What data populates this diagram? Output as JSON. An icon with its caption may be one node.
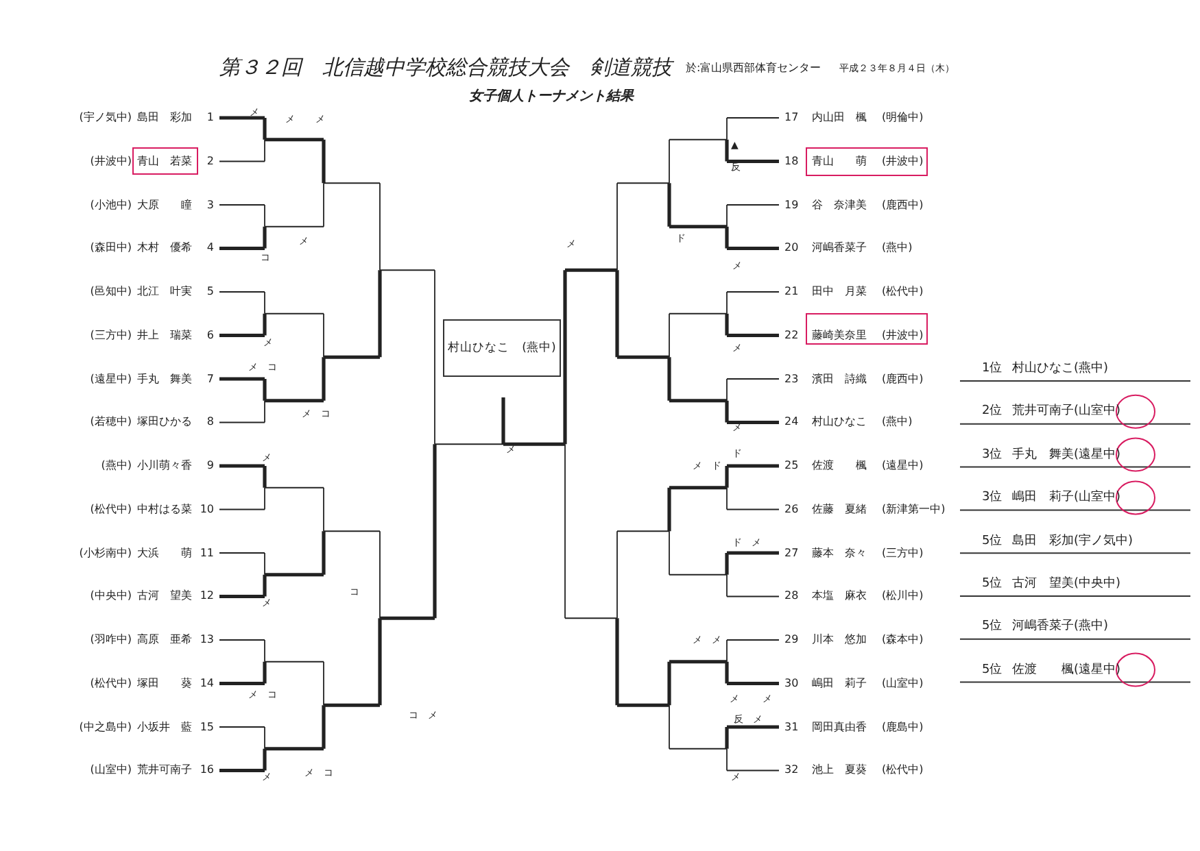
{
  "diagram": {
    "title": "第３２回　北信越中学校総合競技大会　剣道競技",
    "nodes": [
      {
        "text": [
          "村山ひなこ　(燕中)"
        ]
      }
    ],
    "labels": [
      "於:富山県西部体育センター",
      "平成２３年８月４日（木）",
      "女子個人トーナメント結果",
      "(宇ノ気中)",
      "島田　彩加",
      "1",
      "(井波中)",
      "青山　若菜",
      "2",
      "(小池中)",
      "大原　　瞳",
      "3",
      "(森田中)",
      "木村　優希",
      "4",
      "(邑知中)",
      "北江　叶実",
      "5",
      "(三方中)",
      "井上　瑞菜",
      "6",
      "(遠星中)",
      "手丸　舞美",
      "7",
      "(若穂中)",
      "塚田ひかる",
      "8",
      "(燕中)",
      "小川萌々香",
      "9",
      "(松代中)",
      "中村はる菜",
      "10",
      "(小杉南中)",
      "大浜　　萌",
      "11",
      "(中央中)",
      "古河　望美",
      "12",
      "(羽咋中)",
      "高原　亜希",
      "13",
      "(松代中)",
      "塚田　　葵",
      "14",
      "(中之島中)",
      "小坂井　藍",
      "15",
      "(山室中)",
      "荒井可南子",
      "16",
      "17",
      "内山田　楓",
      "(明倫中)",
      "18",
      "青山　　萌",
      "(井波中)",
      "19",
      "谷　奈津美",
      "(鹿西中)",
      "20",
      "河嶋香菜子",
      "(燕中)",
      "21",
      "田中　月菜",
      "(松代中)",
      "22",
      "藤崎美奈里",
      "(井波中)",
      "23",
      "濱田　詩織",
      "(鹿西中)",
      "24",
      "村山ひなこ",
      "(燕中)",
      "25",
      "佐渡　　楓",
      "(遠星中)",
      "26",
      "佐藤　夏緒",
      "(新津第一中)",
      "27",
      "藤本　奈々",
      "(三方中)",
      "28",
      "本塩　麻衣",
      "(松川中)",
      "29",
      "川本　悠加",
      "(森本中)",
      "30",
      "嶋田　莉子",
      "(山室中)",
      "31",
      "岡田真由香",
      "(鹿島中)",
      "32",
      "池上　夏葵",
      "(松代中)",
      "1位",
      "村山ひなこ(燕中)",
      "2位",
      "荒井可南子(山室中)",
      "3位",
      "手丸　舞美(遠星中)",
      "3位",
      "嶋田　莉子(山室中)",
      "5位",
      "島田　彩加(宇ノ気中)",
      "5位",
      "古河　望美(中央中)",
      "5位",
      "河嶋香菜子(燕中)",
      "5位",
      "佐渡　　楓(遠星中)",
      "メ",
      "メ",
      "メ",
      "▲",
      "反",
      "メ",
      "ド",
      "コ",
      "メ",
      "メ",
      "メ",
      "メ",
      "メ　コ",
      "メ　コ",
      "メ",
      "メ",
      "メ",
      "ド",
      "メ　ド",
      "ド　メ",
      "メ",
      "コ",
      "メ　コ",
      "メ　メ",
      "メ",
      "メ",
      "コ　メ",
      "反　メ",
      "メ",
      "メ　コ",
      "メ"
    ]
  }
}
